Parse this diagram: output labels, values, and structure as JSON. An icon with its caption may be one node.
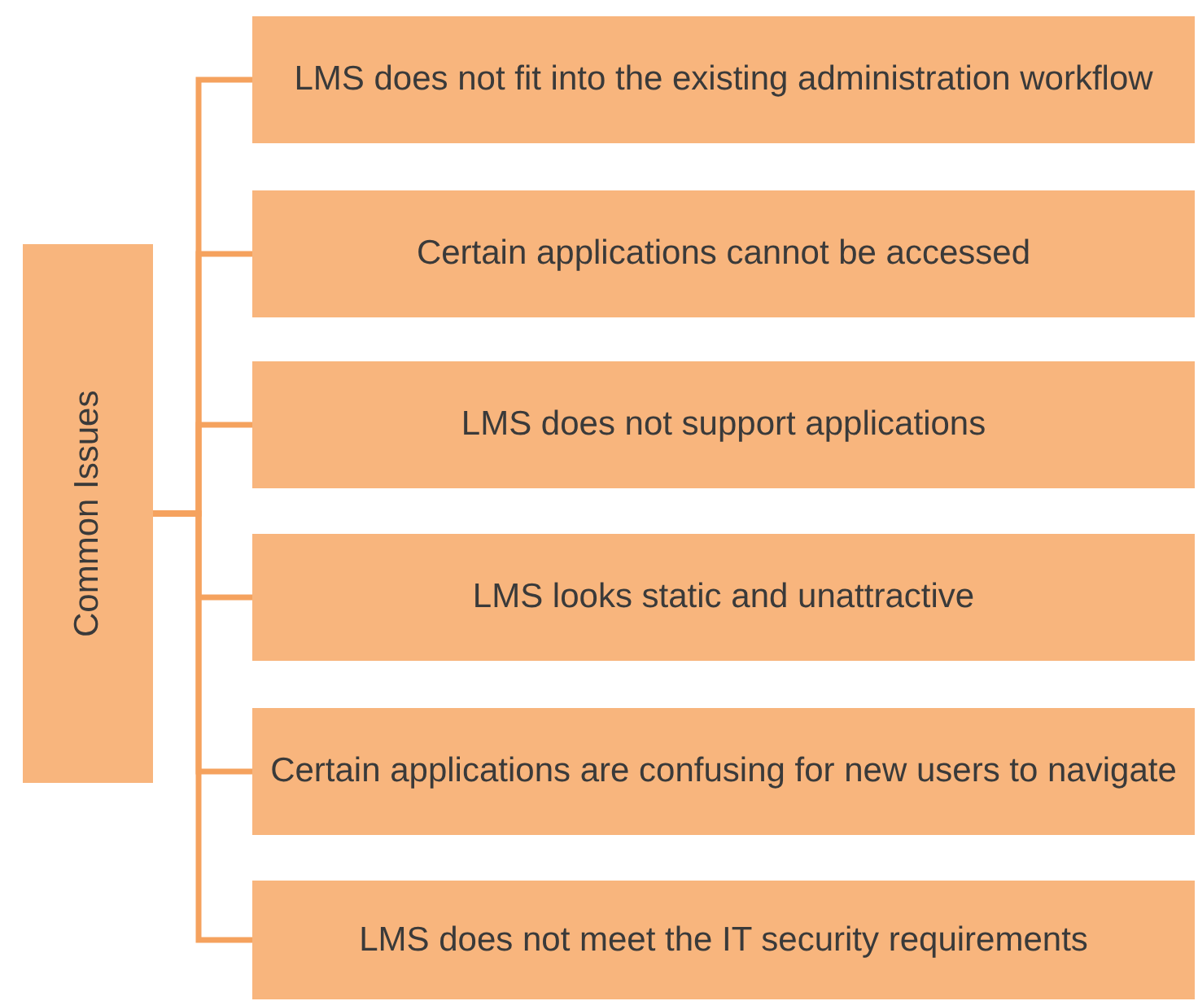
{
  "diagram": {
    "nodes": [
      {
        "text": [
          "Common Issues"
        ]
      },
      {
        "text": [
          "LMS does not fit into the existing administration workflow"
        ]
      },
      {
        "text": [
          "Certain applications cannot be accessed"
        ]
      },
      {
        "text": [
          "LMS does not support applications"
        ]
      },
      {
        "text": [
          "LMS looks static and unattractive"
        ]
      },
      {
        "text": [
          "Certain applications are confusing for new users to navigate"
        ]
      },
      {
        "text": [
          "LMS does not meet the IT security requirements"
        ]
      }
    ],
    "edges": [
      {
        "from": 0,
        "to": 1,
        "arrow": "none"
      },
      {
        "from": 0,
        "to": 2,
        "arrow": "none"
      },
      {
        "from": 0,
        "to": 3,
        "arrow": "none"
      },
      {
        "from": 0,
        "to": 4,
        "arrow": "none"
      },
      {
        "from": 0,
        "to": 5,
        "arrow": "none"
      },
      {
        "from": 0,
        "to": 6,
        "arrow": "none"
      }
    ]
  }
}
